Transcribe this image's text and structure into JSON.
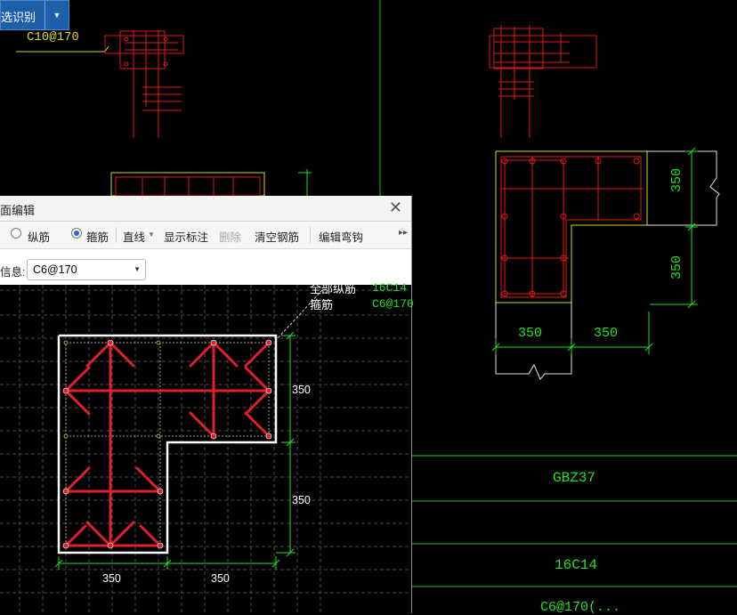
{
  "toolbar_top": {
    "button_label": "选识别"
  },
  "cad": {
    "left_callout": "C10@170",
    "right_dims": {
      "d1": "350",
      "d2": "350",
      "d3": "350",
      "d4": "350"
    },
    "table": {
      "row1": "GBZ37",
      "row2": "16C14",
      "row3": "C6@170(..."
    }
  },
  "dialog": {
    "title": "面编辑",
    "tools": {
      "longitudinal": "纵筋",
      "stirrup": "箍筋",
      "line": "直线",
      "show_label": "显示标注",
      "delete": "删除",
      "clear": "清空钢筋",
      "edit_hook": "编辑弯钩",
      "more": "▸▸"
    },
    "selected_mode": "stirrup",
    "info_label": "信息:",
    "info_value": "C6@170",
    "legend": {
      "all_long_label": "全部纵筋",
      "all_long_value": "16C14",
      "stirrup_label": "箍筋",
      "stirrup_value": "C6@170"
    },
    "dims": {
      "right_top": "350",
      "right_bottom": "350",
      "bottom_left": "350",
      "bottom_right": "350"
    }
  },
  "colors": {
    "cad_red": "#e01818",
    "cad_green": "#22e022",
    "cad_yellow": "#d8d828",
    "dialog_bg": "#f0f0f0",
    "button_blue": "#1d5fa8"
  }
}
